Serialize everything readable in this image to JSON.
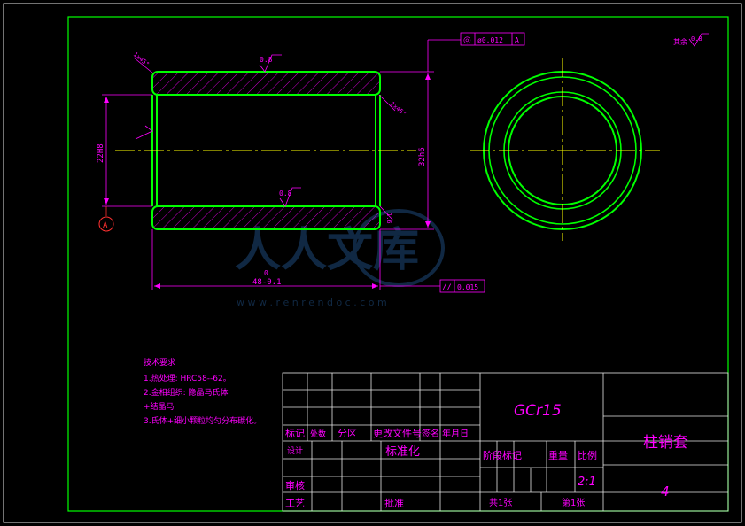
{
  "colors": {
    "background": "#000000",
    "frame": "#e6e6e6",
    "geometry": "#00ff00",
    "dimension": "#ff00ff",
    "centerline": "#ffff00",
    "datum": "#ff3030",
    "watermark": "#1e4a7a"
  },
  "dimensions": {
    "bore": "22H8",
    "outer": "32h6",
    "length_tol": "0",
    "length": "48-0.1",
    "chamfer_left": "1x45°",
    "chamfer_right": "1x45°",
    "chamfer_bottom": "1.6"
  },
  "roughness": {
    "outer_top": "0.8",
    "inner": "0.8",
    "rest_label": "其余",
    "rest_value": "0.8"
  },
  "tolerance_frames": {
    "top": {
      "symbol": "◎",
      "value": "ø0.012",
      "datum": "A"
    },
    "bottom": {
      "symbol": "//",
      "value": "0.015"
    }
  },
  "datum_label": "A",
  "watermark": {
    "text": "人人文库",
    "url": "w w w . r e n r e n d o c . c o m"
  },
  "technical_requirements": {
    "title": "技术要求",
    "items": [
      "1.热处理: HRC58--62。",
      "2.金相组织: 隐晶马氏体",
      "+结晶马",
      "3.氏体+细小颗粒均匀分布碳化。"
    ]
  },
  "title_block": {
    "material": "GCr15",
    "part_name": "柱销套",
    "drawing_no": "4",
    "scale": "2:1",
    "headers": [
      "标记",
      "处数",
      "分区",
      "更改文件号",
      "签名",
      "年月日"
    ],
    "design": "设计",
    "standardization": "标准化",
    "review": "审核",
    "process": "工艺",
    "approve": "批准",
    "stage_mark": "阶段标记",
    "weight": "重量",
    "scale_label": "比例",
    "sheets_total": "共1张",
    "sheet_no": "第1张"
  }
}
